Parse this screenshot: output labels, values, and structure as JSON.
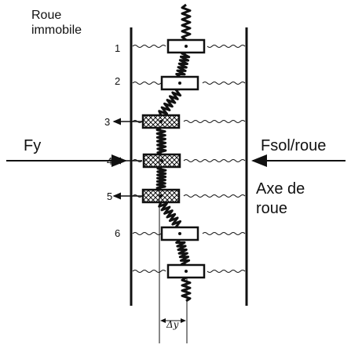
{
  "title": {
    "line1": "Roue",
    "line2": "immobile"
  },
  "forces": {
    "left": "Fy",
    "right": "Fsol/roue"
  },
  "axis_label": {
    "line1": "Axe de",
    "line2": "roue"
  },
  "displacement_label": "Δy",
  "element_numbers": [
    "1",
    "2",
    "3",
    "4",
    "5",
    "6"
  ],
  "colors": {
    "ink": "#111111",
    "background": "#ffffff"
  }
}
